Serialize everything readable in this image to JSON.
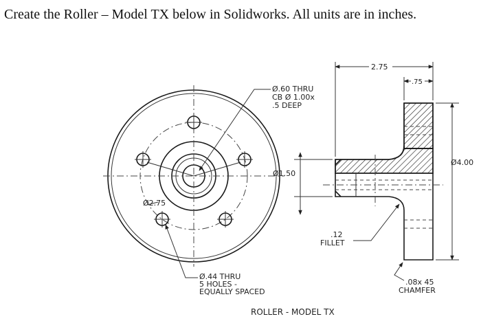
{
  "header": {
    "instruction": "Create the Roller – Model TX below in Solidworks. All units are in inches."
  },
  "drawing": {
    "title": "ROLLER - MODEL TX",
    "callouts": {
      "center_hole_line1": "Ø.60 THRU",
      "center_hole_line2": "CB Ø 1.00x",
      "center_hole_line3": ".5 DEEP",
      "bolt_holes_line1": "Ø.44 THRU",
      "bolt_holes_line2": "5 HOLES -",
      "bolt_holes_line3": "EQUALLY SPACED",
      "bolt_circle": "Ø2.75",
      "overall_length": "2.75",
      "flange_thickness": ".75",
      "flange_diameter": "Ø4.00",
      "hub_diameter": "Ø1.50",
      "fillet_line1": ".12",
      "fillet_line2": "FILLET",
      "chamfer_line1": ".08x 45",
      "chamfer_line2": "CHAMFER"
    }
  },
  "colors": {
    "ink": "#1a1a1a",
    "paper": "#ffffff"
  }
}
